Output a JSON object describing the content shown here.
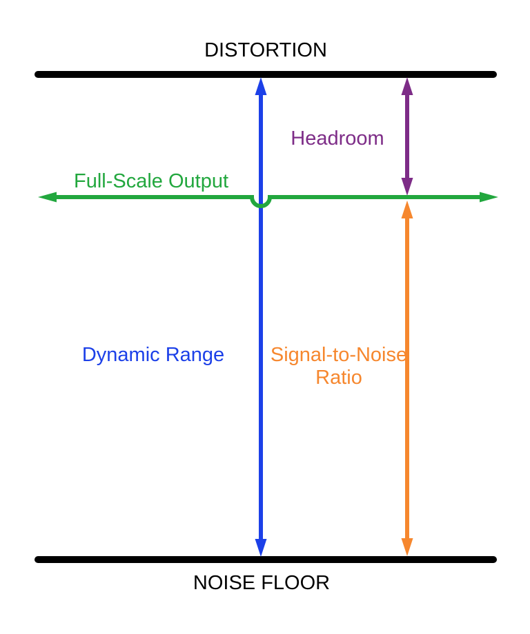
{
  "diagram": {
    "top_boundary_label": "DISTORTION",
    "bottom_boundary_label": "NOISE FLOOR",
    "labels": {
      "headroom": "Headroom",
      "full_scale_output": "Full-Scale Output",
      "dynamic_range": "Dynamic Range",
      "snr_line1": "Signal-to-Noise",
      "snr_line2": "Ratio"
    },
    "colors": {
      "black": "#000000",
      "blue": "#1c40e8",
      "green": "#22a73e",
      "purple": "#7d2c87",
      "orange": "#f6872e"
    }
  }
}
